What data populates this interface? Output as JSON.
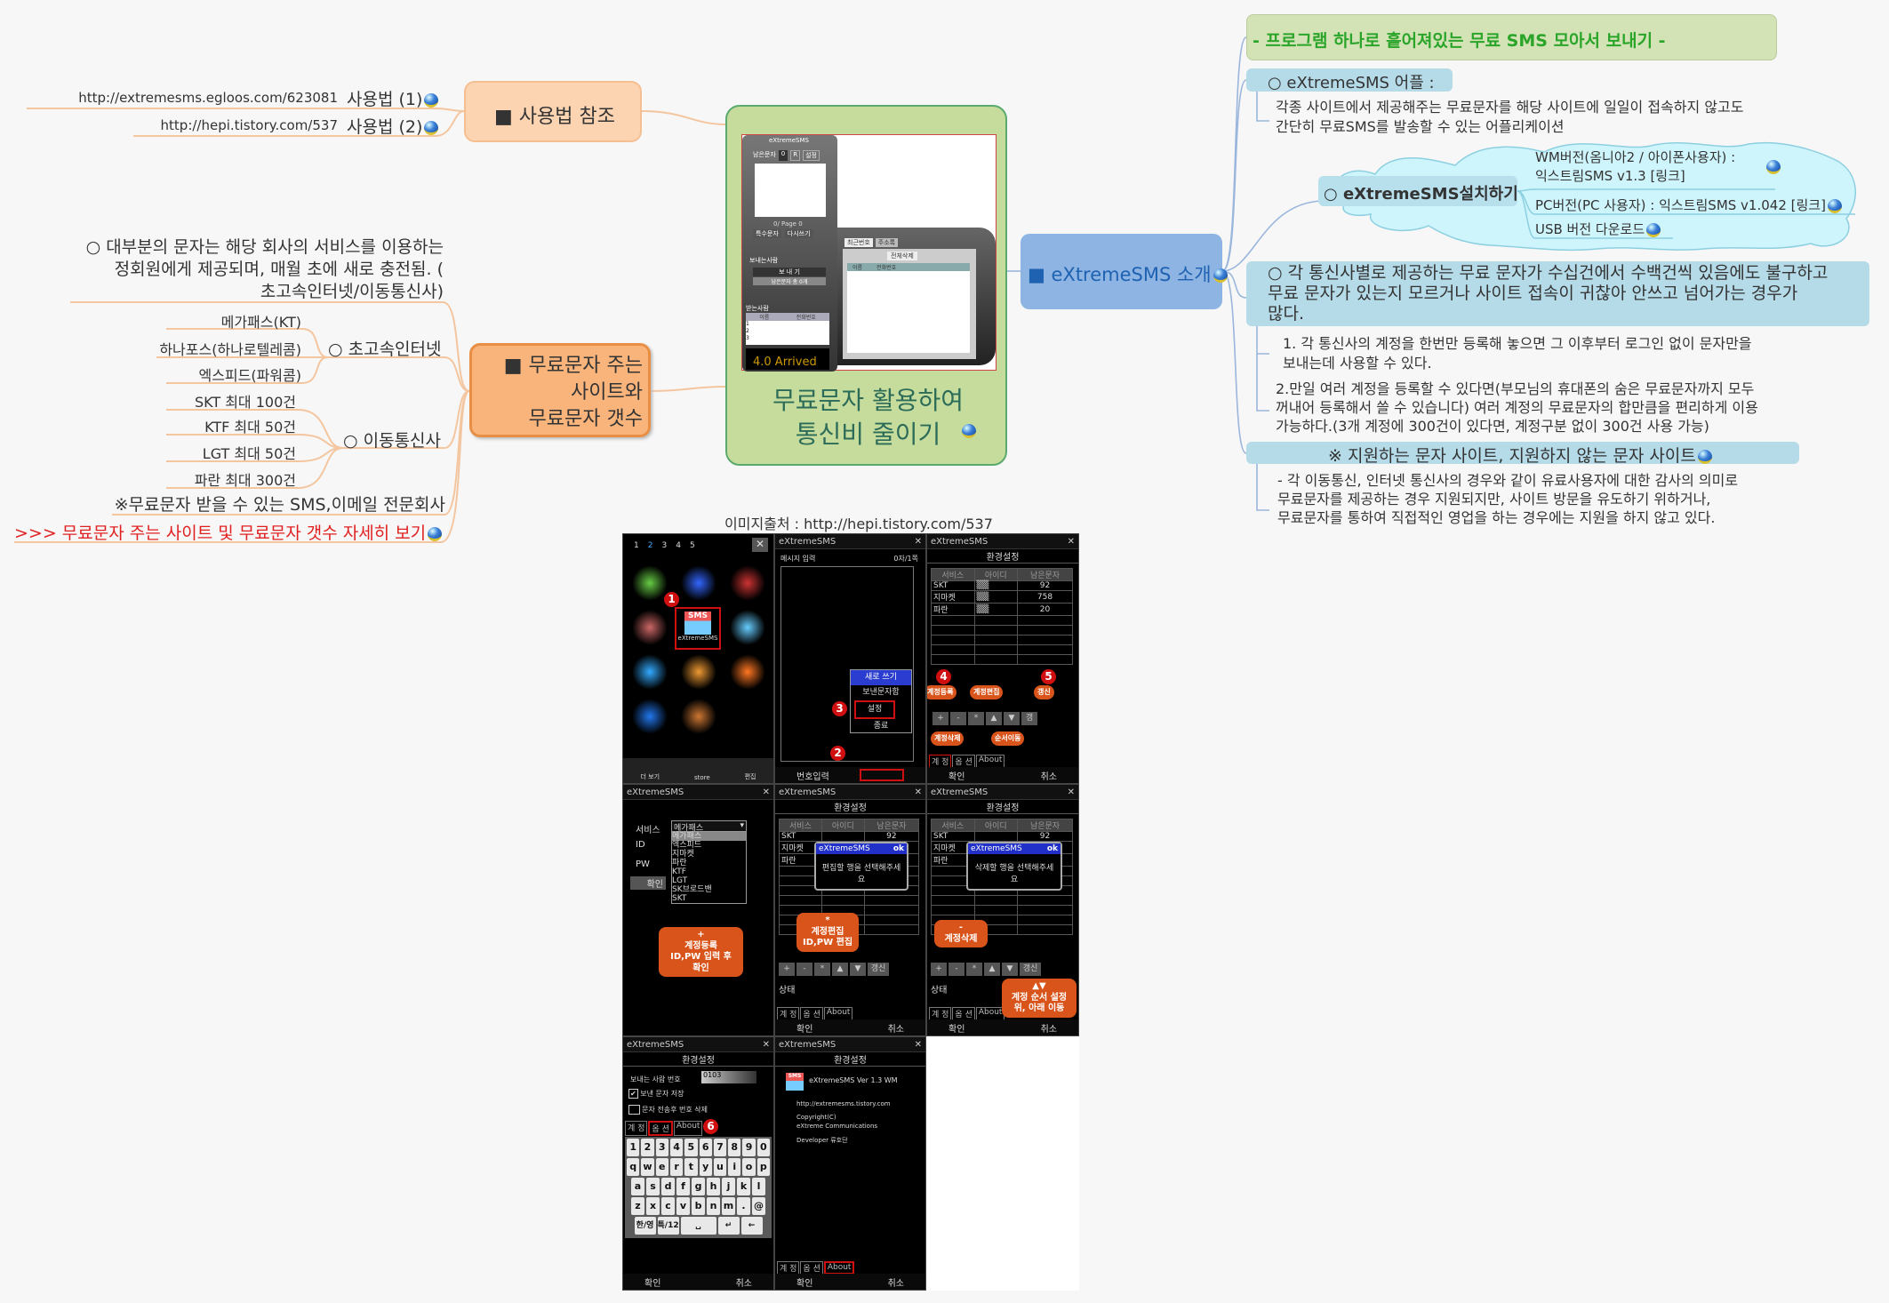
{
  "central": {
    "title_line1": "무료문자 활용하여",
    "title_line2": "통신비 줄이기"
  },
  "pc_app": {
    "window_title": "eXtremeSMS",
    "remaining_label": "남은문자",
    "remaining_value": "0",
    "r_btn": "R",
    "settings_btn": "설정",
    "page_info": "0/ Page 0",
    "special_btn": "특수문자",
    "rewrite_btn": "다시쓰기",
    "sender_label": "보내는사람",
    "send_btn": "보 내 기",
    "total_label": "남은문자 총 0개",
    "receiver_label": "받는사람",
    "col_name": "이름",
    "col_phone": "전화번호",
    "rows": [
      "1",
      "2",
      "3"
    ],
    "banner": "4.0 Arrived",
    "tab_recent": "최근번호",
    "tab_contacts": "주소록",
    "delete_all": "전체삭제"
  },
  "usage_ref": {
    "title": "■ 사용법 참조",
    "links": [
      {
        "url": "http://extremesms.egloos.com/623081",
        "label": "사용법 (1)"
      },
      {
        "url": "http://hepi.tistory.com/537",
        "label": "사용법 (2)"
      }
    ]
  },
  "free_sites": {
    "title_line1": "■ 무료문자 주는",
    "title_line2": "사이트와",
    "title_line3": "무료문자 갯수",
    "note_lines": [
      "○ 대부분의 문자는 해당 회사의 서비스를 이용하는",
      "정회원에게 제공되며, 매월 초에 새로 충전됨. (",
      "초고속인터넷/이동통신사)"
    ],
    "internet": {
      "label": "○ 초고속인터넷",
      "items": [
        "메가패스(KT)",
        "하나포스(하나로텔레콤)",
        "엑스피드(파워콤)"
      ]
    },
    "mobile": {
      "label": "○ 이동통신사",
      "items": [
        "SKT 최대 100건",
        "KTF 최대 50건",
        "LGT 최대 50건",
        "파란 최대 300건"
      ]
    },
    "email_note": "※무료문자 받을 수 있는 SMS,이메일 전문회사",
    "more_link": ">>> 무료문자 주는 사이트 및 무료문자 갯수 자세히 보기"
  },
  "intro": {
    "title": "■ eXtremeSMS 소개",
    "header": "- 프로그램 하나로 흩어져있는 무료 SMS 모아서 보내기 -",
    "app_label": "○ eXtremeSMS 어플 :",
    "app_desc": [
      "각종 사이트에서 제공해주는 무료문자를 해당 사이트에 일일이 접속하지 않고도",
      "간단히 무료SMS를 발송할 수 있는 어플리케이션"
    ],
    "install": {
      "label": "○ eXtremeSMS설치하기",
      "items": [
        {
          "line1": "WM버전(옴니아2 / 아이폰사용자) :",
          "line2": "익스트림SMS v1.3  [링크]"
        },
        {
          "line1": "PC버전(PC 사용자) : 익스트림SMS v1.042 [링크]"
        },
        {
          "line1": "USB 버전 다운로드"
        }
      ]
    },
    "problem": [
      "○ 각 통신사별로 제공하는 무료 문자가 수십건에서 수백건씩 있음에도 불구하고",
      "무료 문자가 있는지 모르거나 사이트 접속이 귀찮아 안쓰고 넘어가는 경우가",
      "많다."
    ],
    "point1": [
      "1. 각 통신사의 계정을 한번만 등록해 놓으면 그 이후부터 로그인 없이 문자만을",
      "보내는데 사용할 수 있다."
    ],
    "point2": [
      "2.만일 여러 계정을 등록할 수 있다면(부모님의 휴대폰의 숨은 무료문자까지 모두",
      "꺼내어 등록해서 쓸 수 있습니다) 여러 계정의 무료문자의 합만큼을 편리하게 이용",
      "가능하다.(3개 계정에 300건이 있다면, 계정구분 없이 300건 사용 가능)"
    ],
    "support_label": "※ 지원하는 문자 사이트, 지원하지 않는 문자 사이트",
    "support_desc": [
      "- 각 이동통신, 인터넷 통신사의 경우와 같이 유료사용자에 대한 감사의 의미로",
      "무료문자를 제공하는 경우 지원되지만, 사이트 방문을 유도하기 위하거나,",
      "무료문자를 통하여 직접적인 영업을 하는 경우에는 지원을 하지 않고 있다."
    ]
  },
  "caption": "이미지출처 : http://hepi.tistory.com/537",
  "phones": {
    "app_name": "eXtremeSMS",
    "settings_title": "환경설정",
    "home": {
      "pages": [
        "1",
        "2",
        "3",
        "4",
        "5"
      ],
      "icon_text": "SMS",
      "app_label": "eXtremeSMS",
      "bottom": [
        "더 보기",
        "store",
        "편집"
      ]
    },
    "compose": {
      "label": "메시지 입력",
      "counter": "0자/1쪽",
      "menu": [
        "새로 쓰기",
        "보낸문자함",
        "설정",
        "종료"
      ],
      "left_soft": "번호입력"
    },
    "accounts": {
      "headers": [
        "서비스",
        "아이디",
        "남은문자"
      ],
      "rows": [
        [
          "SKT",
          "92"
        ],
        [
          "지마켓",
          "758"
        ],
        [
          "파란",
          "20"
        ]
      ]
    },
    "buttons": [
      "+",
      "-",
      "*",
      "▲",
      "▼",
      "갱신"
    ],
    "callouts": {
      "add": "계정등록",
      "edit": "계정편집",
      "refresh": "갱신",
      "delete": "계정삭제",
      "move": "순서이동",
      "add_big": [
        "+",
        "계정등록",
        "ID,PW 입력 후",
        "확인"
      ],
      "edit_big": [
        "*",
        "계정편집",
        "ID,PW 편집"
      ],
      "del_big": [
        "-",
        "계정삭제"
      ],
      "move_big": [
        "▲▼",
        "계정 순서 설정",
        "위, 아래 이동"
      ]
    },
    "tabs": [
      "계 정",
      "옵 션",
      "About"
    ],
    "ok": "확인",
    "cancel": "취소",
    "status": "상태",
    "form": {
      "service": "서비스",
      "service_value": "메가패스",
      "id": "ID",
      "pw": "PW",
      "confirm": "확인",
      "options": [
        "메가패스",
        "엑스피드",
        "지마켓",
        "파란",
        "KTF",
        "LGT",
        "SK브로드밴",
        "SKT"
      ]
    },
    "dialog_ok": "ok",
    "edit_msg": "편집할 행을 선택해주세요",
    "delete_msg": "삭제할 행을 선택해주세요",
    "options": {
      "sender": "보내는 사람 번호",
      "sender_value": "0103",
      "save_sent": "보낸 문자 저장",
      "save_sent_checked": true,
      "delete_after": "문자 전송후 번호 삭제",
      "delete_after_checked": false
    },
    "keyboard": [
      "1234567890",
      "qwertyuiop",
      "asdfghjkl",
      "zxcvbnm.@"
    ],
    "kb_bottom": [
      "한/영",
      "특/12",
      "␣",
      "↵",
      "←"
    ],
    "about": {
      "version": "eXtremeSMS Ver 1.3 WM",
      "url": "http://extremesms.tistory.com",
      "copyright": "Copyright(C)",
      "company": "eXtreme Communications",
      "developer": "Developer 류호단"
    },
    "markers": [
      "1",
      "2",
      "3",
      "4",
      "5",
      "6"
    ]
  },
  "colors": {
    "central": "#c6dc9c",
    "usage": "#fcd4b2",
    "sites": "#f9b47c",
    "intro": "#8db4e2",
    "header": "#d4e3b5",
    "label": "#b6dbe8",
    "cloud": "#cff5fc"
  }
}
